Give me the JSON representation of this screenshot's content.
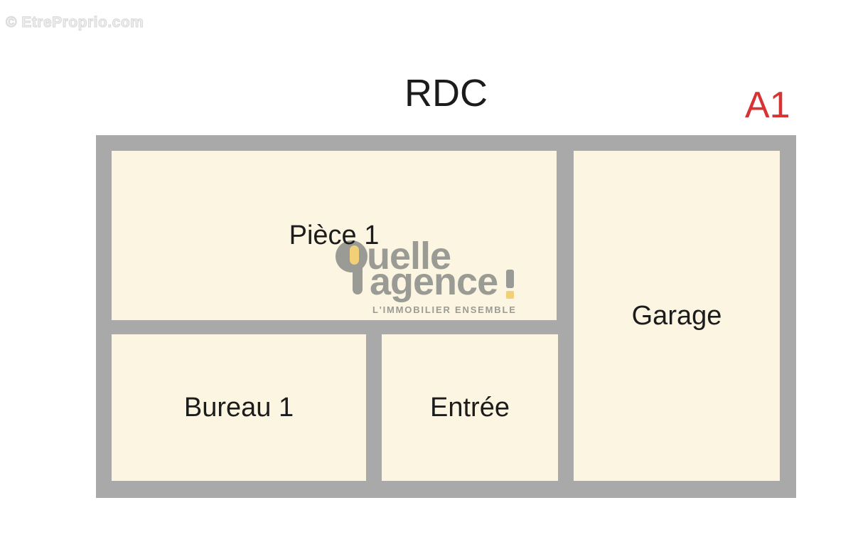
{
  "credit": "© EtreProprio.com",
  "floor_title": "RDC",
  "unit_label": "A1",
  "rooms": {
    "piece1": "Pièce 1",
    "garage": "Garage",
    "bureau1": "Bureau 1",
    "entree": "Entrée"
  },
  "brand": {
    "name_fragment": "uelle",
    "name_line2": "agence",
    "tagline": "L'IMMOBILIER ENSEMBLE"
  },
  "colors": {
    "room_fill": "#fcf5e1",
    "wall_gray": "#a9a9a9",
    "unit_label_red": "#d63434",
    "brand_gray": "#9b9b95",
    "brand_yellow": "#f2d078",
    "label_black": "#1c1c1c"
  }
}
